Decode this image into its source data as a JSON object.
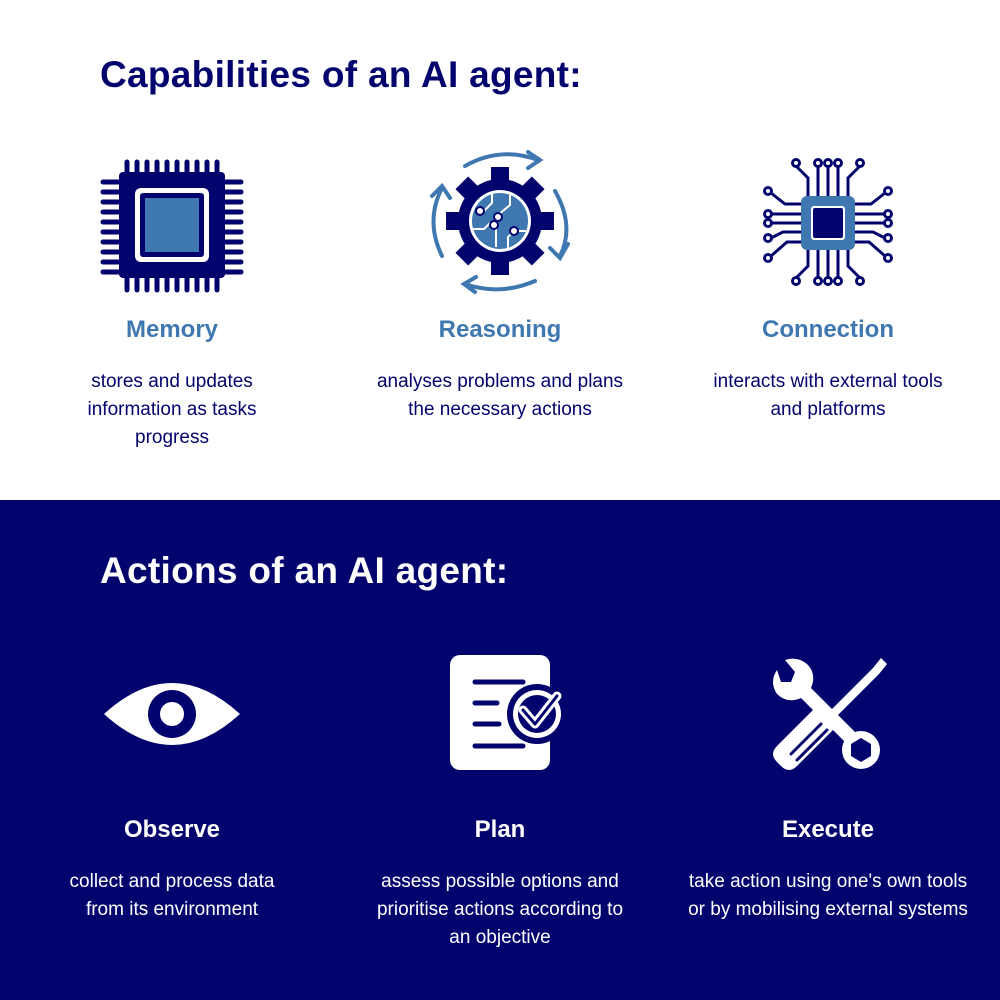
{
  "colors": {
    "navy": "#03036e",
    "accent_blue": "#3f78b0",
    "white": "#ffffff"
  },
  "capabilities": {
    "title": "Capabilities of an AI agent:",
    "items": [
      {
        "icon": "cpu-chip-icon",
        "label": "Memory",
        "description": "stores and updates information as tasks progress"
      },
      {
        "icon": "gear-circuit-cycle-icon",
        "label": "Reasoning",
        "description": "analyses problems and plans the necessary actions"
      },
      {
        "icon": "processor-connections-icon",
        "label": "Connection",
        "description": "interacts with external tools and platforms"
      }
    ]
  },
  "actions": {
    "title": "Actions of an AI agent:",
    "items": [
      {
        "icon": "eye-icon",
        "label": "Observe",
        "description": "collect and process data from its environment"
      },
      {
        "icon": "checklist-document-icon",
        "label": "Plan",
        "description": "assess possible options and prioritise actions according to an objective"
      },
      {
        "icon": "wrench-screwdriver-icon",
        "label": "Execute",
        "description": "take action using one's own tools or by mobilising external systems"
      }
    ]
  }
}
